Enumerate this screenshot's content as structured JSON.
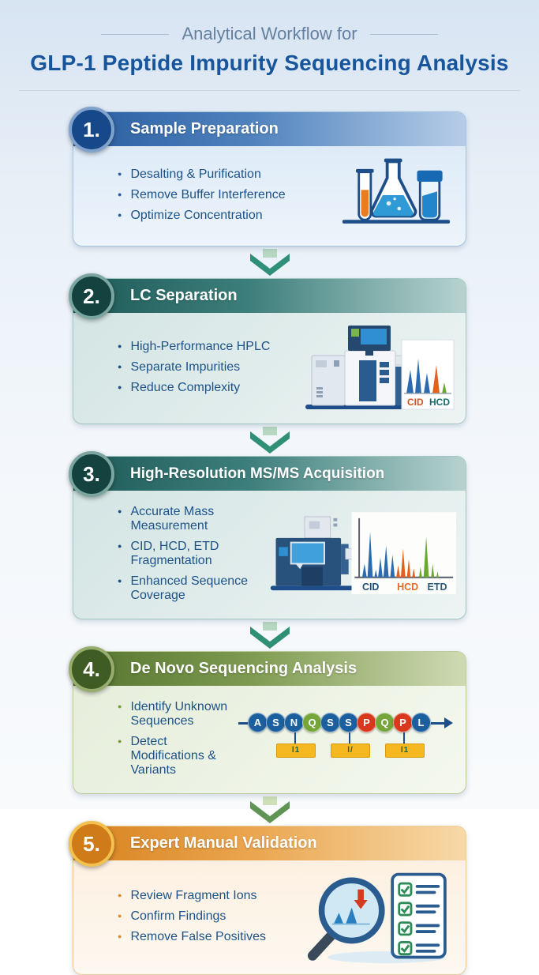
{
  "header": {
    "kicker": "Analytical Workflow for",
    "title": "GLP-1 Peptide Impurity Sequencing Analysis"
  },
  "palette": {
    "title_blue": "#17559c",
    "kicker_gray_blue": "#64809f",
    "bullet_text_blue": "#1d5288",
    "arrow_teal": "#2f8f77",
    "arrow_olive": "#5f9454",
    "step_accents": [
      "#2a5d9f",
      "#1e5a58",
      "#1e5a58",
      "#55742f",
      "#d8821f"
    ]
  },
  "steps": [
    {
      "number": "1.",
      "title": "Sample Preparation",
      "icon": "flasks-icon",
      "bullets": [
        "Desalting & Purification",
        "Remove Buffer Interference",
        "Optimize Concentration"
      ]
    },
    {
      "number": "2.",
      "title": "LC Separation",
      "icon": "hplc-instrument-icon",
      "bullets": [
        "High-Performance HPLC",
        "Separate Impurities",
        "Reduce Complexity"
      ],
      "labels": {
        "cid": "CID",
        "hcd": "HCD"
      }
    },
    {
      "number": "3.",
      "title": "High-Resolution MS/MS Acquisition",
      "icon": "mass-spectrometer-icon",
      "bullets": [
        "Accurate Mass Measurement",
        "CID, HCD, ETD Fragmentation",
        "Enhanced Sequence Coverage"
      ],
      "labels": {
        "cid": "CID",
        "hcd": "HCD",
        "etd": "ETD"
      }
    },
    {
      "number": "4.",
      "title": "De Novo Sequencing Analysis",
      "icon": "peptide-sequence-icon",
      "bullets": [
        "Identify Unknown Sequences",
        "Detect Modifications & Variants"
      ],
      "sequence": {
        "residues": [
          {
            "letter": "A",
            "color": "#1c5f9e"
          },
          {
            "letter": "S",
            "color": "#1c5f9e"
          },
          {
            "letter": "N",
            "color": "#1c5f9e"
          },
          {
            "letter": "Q",
            "color": "#76a63a"
          },
          {
            "letter": "S",
            "color": "#1c5f9e"
          },
          {
            "letter": "S",
            "color": "#1c5f9e"
          },
          {
            "letter": "P",
            "color": "#d8391c"
          },
          {
            "letter": "Q",
            "color": "#76a63a"
          },
          {
            "letter": "P",
            "color": "#d8391c"
          },
          {
            "letter": "L",
            "color": "#1c5f9e"
          }
        ],
        "tags": [
          {
            "under": "N",
            "glyph": "l1"
          },
          {
            "under": "S",
            "glyph": "l/"
          },
          {
            "under": "P",
            "glyph": "l1"
          }
        ]
      }
    },
    {
      "number": "5.",
      "title": "Expert Manual Validation",
      "icon": "magnifier-checklist-icon",
      "bullets": [
        "Review Fragment Ions",
        "Confirm Findings",
        "Remove False Positives"
      ]
    }
  ]
}
